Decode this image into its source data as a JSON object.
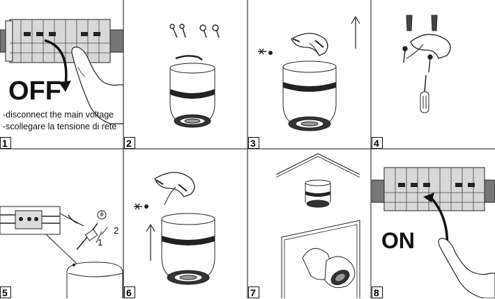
{
  "panels": [
    {
      "step": "1",
      "big_text": "OFF",
      "notes": [
        "-disconnect the main voltage",
        "-scollegare la tensione di rete"
      ]
    },
    {
      "step": "2"
    },
    {
      "step": "3"
    },
    {
      "step": "4"
    },
    {
      "step": "5",
      "wire_labels": [
        "2",
        "1"
      ]
    },
    {
      "step": "6"
    },
    {
      "step": "7"
    },
    {
      "step": "8",
      "big_text": "ON"
    }
  ],
  "colors": {
    "line": "#111111",
    "panel_gray": "#d4d4d4",
    "dark": "#222222"
  }
}
